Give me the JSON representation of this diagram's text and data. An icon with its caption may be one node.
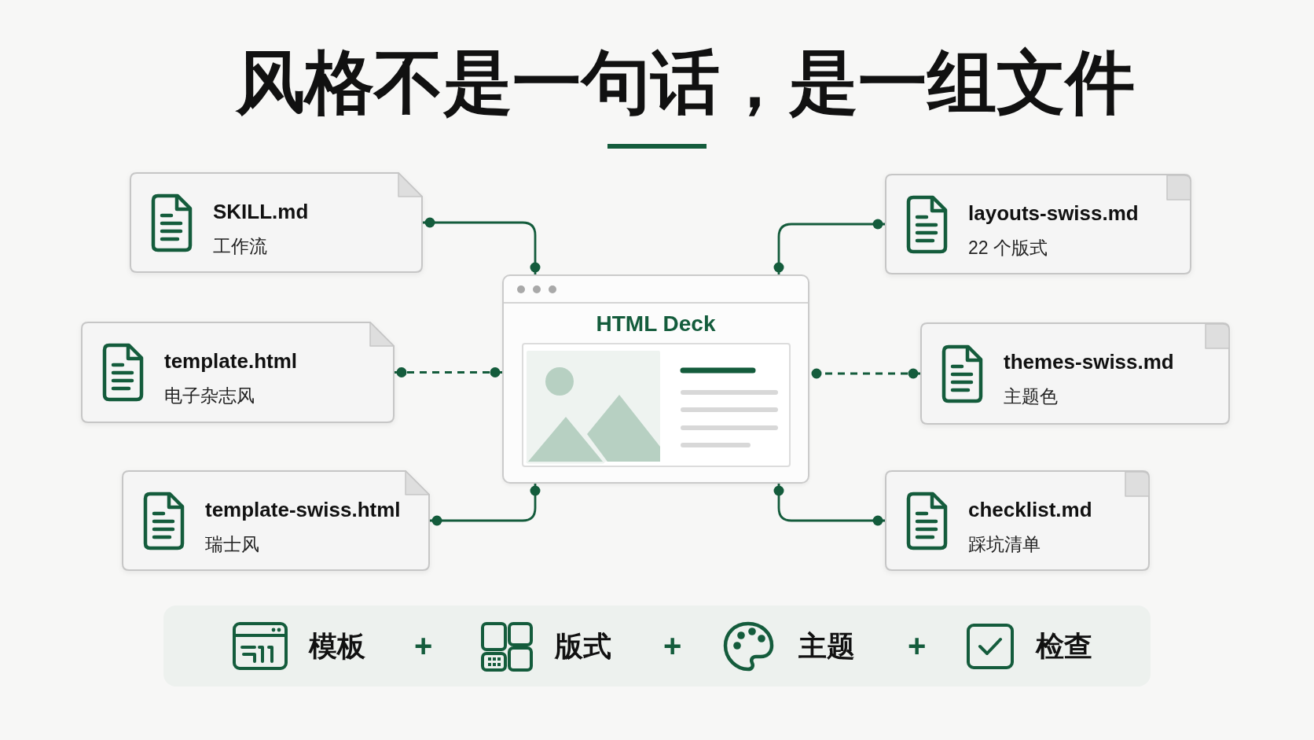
{
  "diagram": {
    "title": "风格不是一句话，是一组文件",
    "nodes": [
      {
        "text": [
          "SKILL.md",
          "工作流"
        ]
      },
      {
        "text": [
          "layouts-swiss.md",
          "22 个版式"
        ]
      },
      {
        "text": [
          "HTML Deck"
        ]
      },
      {
        "text": [
          "template.html",
          "电子杂志风"
        ]
      },
      {
        "text": [
          "themes-swiss.md",
          "主题色"
        ]
      },
      {
        "text": [
          "template-swiss.html",
          "瑞士风"
        ]
      },
      {
        "text": [
          "checklist.md",
          "踩坑清单"
        ]
      },
      {
        "text": [
          "模板",
          "+",
          "版式",
          "+",
          "主题",
          "+",
          "检查"
        ]
      }
    ],
    "edges": [
      {
        "from": 0,
        "to": 2,
        "arrow": "other"
      },
      {
        "from": 1,
        "to": 2,
        "arrow": "other"
      },
      {
        "from": 3,
        "to": 2,
        "arrow": "other",
        "style": "dashed"
      },
      {
        "from": 4,
        "to": 2,
        "arrow": "other",
        "style": "dashed"
      },
      {
        "from": 5,
        "to": 2,
        "arrow": "other"
      },
      {
        "from": 6,
        "to": 2,
        "arrow": "other"
      }
    ]
  }
}
